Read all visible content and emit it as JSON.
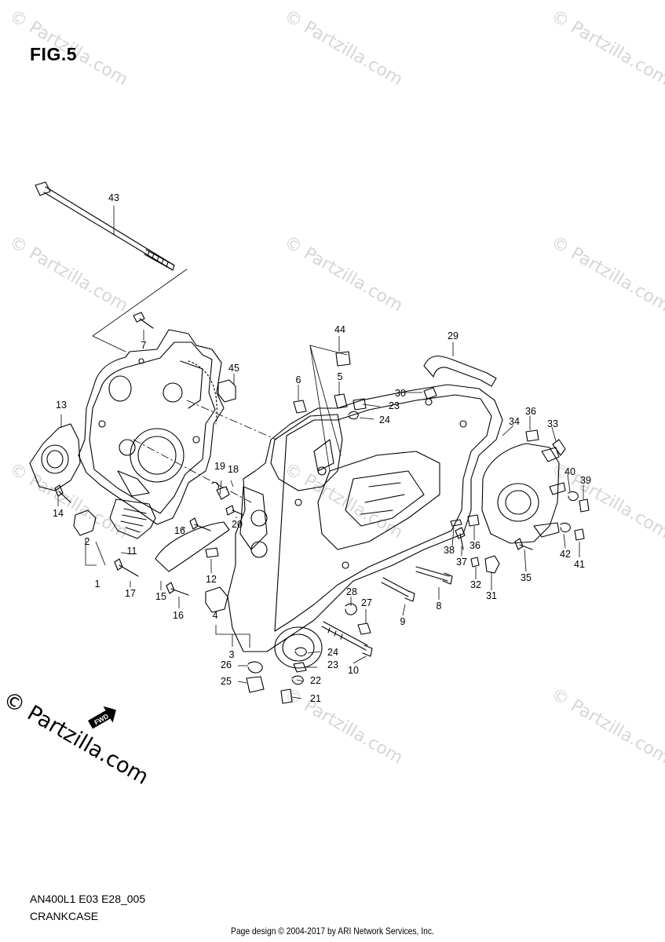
{
  "figure": {
    "title": "FIG.5",
    "code": "AN400L1 E03 E28_005",
    "caption": "CRANKCASE"
  },
  "footer": {
    "credit": "Page design © 2004-2017 by ARI Network Services, Inc."
  },
  "branding": {
    "watermark_text": "© Partzilla.com",
    "logo_text": "© Partzilla.com",
    "fwd_arrow_text": "FWD"
  },
  "callouts": [
    "1",
    "2",
    "3",
    "4",
    "5",
    "6",
    "7",
    "8",
    "9",
    "10",
    "11",
    "12",
    "13",
    "14",
    "15",
    "16",
    "16",
    "17",
    "18",
    "19",
    "20",
    "21",
    "22",
    "23",
    "23",
    "24",
    "24",
    "25",
    "26",
    "27",
    "28",
    "29",
    "30",
    "31",
    "32",
    "33",
    "34",
    "35",
    "36",
    "36",
    "37",
    "38",
    "39",
    "40",
    "41",
    "42",
    "43",
    "44",
    "45"
  ],
  "colors": {
    "line": "#000000",
    "watermark": "#d6d6d6",
    "background": "#ffffff"
  }
}
